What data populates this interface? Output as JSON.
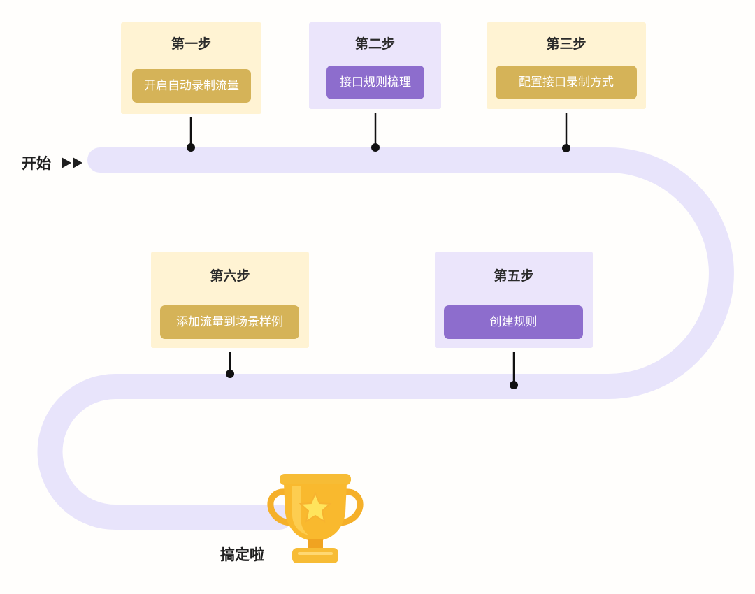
{
  "start": {
    "label": "开始"
  },
  "finish": {
    "label": "搞定啦"
  },
  "steps": [
    {
      "title": "第一步",
      "action": "开启自动录制流量"
    },
    {
      "title": "第二步",
      "action": "接口规则梳理"
    },
    {
      "title": "第三步",
      "action": "配置接口录制方式"
    },
    {
      "title": "第五步",
      "action": "创建规则"
    },
    {
      "title": "第六步",
      "action": "添加流量到场景样例"
    }
  ],
  "colors": {
    "track": "#e8e4fb",
    "card_yellow": "#fff3d3",
    "card_purple": "#ebe5fb",
    "button_gold": "#d5b358",
    "button_violet": "#8d6dcd",
    "trophy_gold": "#f9b92e",
    "trophy_star": "#ffe45c"
  },
  "icons": {
    "start_marker": "double-play-arrow-icon",
    "finish_marker": "trophy-icon"
  }
}
